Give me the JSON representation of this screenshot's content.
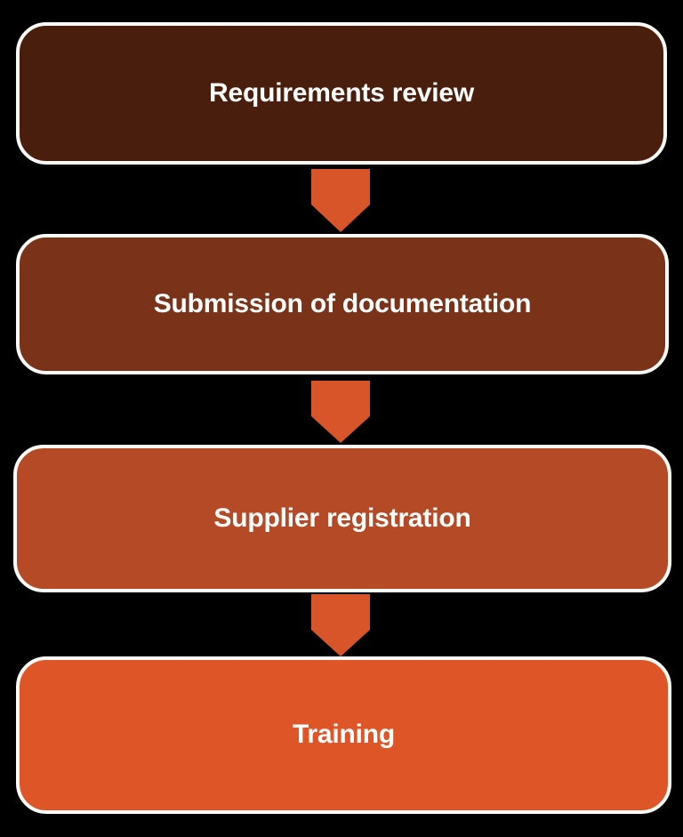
{
  "background_color": "#000000",
  "diagram": {
    "type": "vertical-process-flow",
    "orientation": "top-to-bottom",
    "node_border_color": "#FDFBF7",
    "node_text_color": "#FFFFFF",
    "connector_color": "#D85529",
    "connector_icon": "arrow-down-icon",
    "nodes": [
      {
        "index": 1,
        "label": "Requirements review",
        "fill_color": "#4A1E0C"
      },
      {
        "index": 2,
        "label": "Submission of documentation",
        "fill_color": "#7A3318"
      },
      {
        "index": 3,
        "label": "Supplier registration",
        "fill_color": "#B44A26"
      },
      {
        "index": 4,
        "label": "Training",
        "fill_color": "#DE5627"
      }
    ],
    "connectors": [
      {
        "from": "Requirements review",
        "to": "Submission of documentation"
      },
      {
        "from": "Submission of documentation",
        "to": "Supplier registration"
      },
      {
        "from": "Supplier registration",
        "to": "Training"
      }
    ]
  }
}
